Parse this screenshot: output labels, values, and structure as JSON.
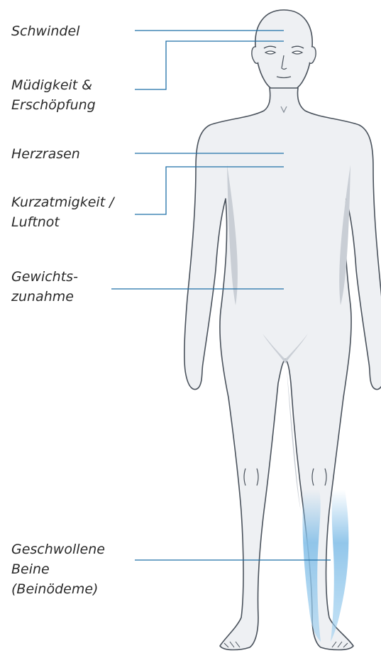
{
  "symptoms": [
    {
      "id": "schwindel",
      "lines": [
        "Schwindel"
      ]
    },
    {
      "id": "muedigkeit",
      "lines": [
        "Müdigkeit &",
        "Erschöpfung"
      ]
    },
    {
      "id": "herzrasen",
      "lines": [
        "Herzrasen"
      ]
    },
    {
      "id": "kurzatmigkeit",
      "lines": [
        "Kurzatmigkeit /",
        "Luftnot"
      ]
    },
    {
      "id": "gewicht",
      "lines": [
        "Gewichts-",
        "zunahme"
      ]
    },
    {
      "id": "beine",
      "lines": [
        "Geschwollene",
        "Beine",
        "(Beinödeme)"
      ]
    }
  ],
  "colors": {
    "leader_line": "#1f6fa8",
    "body_fill": "#eef0f3",
    "body_shadow": "#c9ced5",
    "body_outline": "#4a525c",
    "swelling": "#86c0e8",
    "text": "#2a2a2a"
  }
}
